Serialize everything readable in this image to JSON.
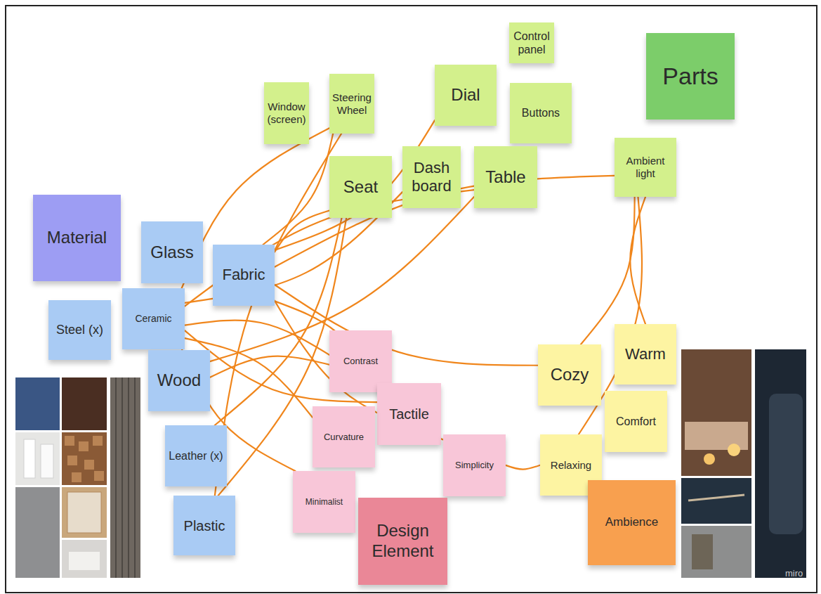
{
  "diagram": {
    "nodes": [
      {
        "text": [
          "Control panel"
        ]
      },
      {
        "text": [
          "Parts"
        ]
      },
      {
        "text": [
          "Dial"
        ]
      },
      {
        "text": [
          "Window (screen)"
        ]
      },
      {
        "text": [
          "Steering Wheel"
        ]
      },
      {
        "text": [
          "Buttons"
        ]
      },
      {
        "text": [
          "Ambient light"
        ]
      },
      {
        "text": [
          "Seat"
        ]
      },
      {
        "text": [
          "Dash board"
        ]
      },
      {
        "text": [
          "Table"
        ]
      },
      {
        "text": [
          "Material"
        ]
      },
      {
        "text": [
          "Glass"
        ]
      },
      {
        "text": [
          "Fabric"
        ]
      },
      {
        "text": [
          "Ceramic"
        ]
      },
      {
        "text": [
          "Steel (x)"
        ]
      },
      {
        "text": [
          "Wood"
        ]
      },
      {
        "text": [
          "Contrast"
        ]
      },
      {
        "text": [
          "Warm"
        ]
      },
      {
        "text": [
          "Cozy"
        ]
      },
      {
        "text": [
          "Tactile"
        ]
      },
      {
        "text": [
          "Curvature"
        ]
      },
      {
        "text": [
          "Comfort"
        ]
      },
      {
        "text": [
          "Leather (x)"
        ]
      },
      {
        "text": [
          "Simplicity"
        ]
      },
      {
        "text": [
          "Relaxing"
        ]
      },
      {
        "text": [
          "Minimalist"
        ]
      },
      {
        "text": [
          "Ambience"
        ]
      },
      {
        "text": [
          "Plastic"
        ]
      },
      {
        "text": [
          "Design Element"
        ]
      }
    ],
    "edges": [
      {
        "from": 12,
        "to": 4,
        "arrow": "none"
      },
      {
        "from": 12,
        "to": 7,
        "arrow": "none"
      },
      {
        "from": 12,
        "to": 2,
        "arrow": "none"
      },
      {
        "from": 12,
        "to": 6,
        "arrow": "none"
      },
      {
        "from": 12,
        "to": 18,
        "arrow": "none"
      },
      {
        "from": 12,
        "to": 19,
        "arrow": "none"
      },
      {
        "from": 12,
        "to": 23,
        "arrow": "none"
      },
      {
        "from": 13,
        "to": 9,
        "arrow": "none"
      },
      {
        "from": 13,
        "to": 8,
        "arrow": "none"
      },
      {
        "from": 13,
        "to": 16,
        "arrow": "none"
      },
      {
        "from": 13,
        "to": 19,
        "arrow": "none"
      },
      {
        "from": 13,
        "to": 20,
        "arrow": "none"
      },
      {
        "from": 13,
        "to": 25,
        "arrow": "none"
      },
      {
        "from": 13,
        "to": 4,
        "arrow": "none"
      },
      {
        "from": 15,
        "to": 9,
        "arrow": "none"
      },
      {
        "from": 15,
        "to": 16,
        "arrow": "none"
      },
      {
        "from": 22,
        "to": 7,
        "arrow": "none"
      },
      {
        "from": 27,
        "to": 4,
        "arrow": "none"
      },
      {
        "from": 27,
        "to": 7,
        "arrow": "none"
      },
      {
        "from": 6,
        "to": 18,
        "arrow": "none"
      },
      {
        "from": 6,
        "to": 17,
        "arrow": "none"
      },
      {
        "from": 6,
        "to": 24,
        "arrow": "none"
      },
      {
        "from": 23,
        "to": 24,
        "arrow": "none"
      }
    ],
    "labels": [
      "miro"
    ]
  }
}
